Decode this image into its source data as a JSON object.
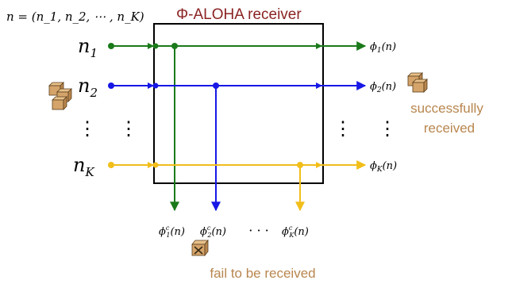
{
  "header_formula": "n = (n_1, n_2, ⋯ , n_K)",
  "receiver_title": "Φ-ALOHA receiver",
  "inputs": [
    {
      "label": "n",
      "sub": "1",
      "color": "#1a7a1a"
    },
    {
      "label": "n",
      "sub": "2",
      "color": "#1717e6"
    },
    {
      "label": "n",
      "sub": "K",
      "color": "#f2be1a"
    }
  ],
  "outputs_success": [
    {
      "label": "ϕ",
      "sub": "1",
      "arg": "(n)"
    },
    {
      "label": "ϕ",
      "sub": "2",
      "arg": "(n)"
    },
    {
      "label": "ϕ",
      "sub": "K",
      "arg": "(n)"
    }
  ],
  "outputs_fail": [
    {
      "label": "ϕ",
      "sup": "c",
      "sub": "1",
      "arg": "(n)"
    },
    {
      "label": "ϕ",
      "sup": "c",
      "sub": "2",
      "arg": "(n)"
    },
    {
      "label": "ϕ",
      "sup": "c",
      "sub": "K",
      "arg": "(n)"
    }
  ],
  "ellipsis_h": "· · ·",
  "success_text_line1": "successfully",
  "success_text_line2": "received",
  "fail_text": "fail to be received",
  "icons": [
    "packet-stack-icon",
    "packet-stack-icon",
    "failed-packet-icon"
  ],
  "colors": {
    "title": "#8b2323",
    "box": "#000000",
    "caption": "#b8864e",
    "package": "#d4a46a"
  }
}
